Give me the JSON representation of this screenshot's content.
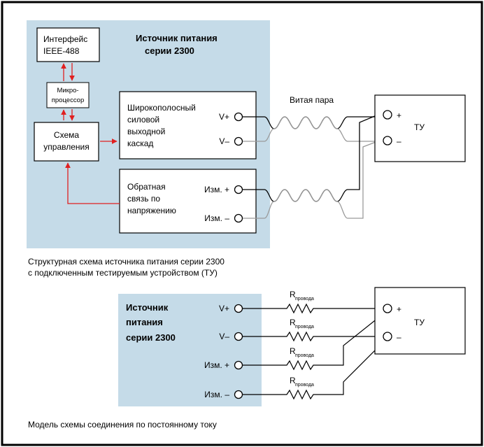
{
  "diagram1": {
    "ps_title_1": "Источник питания",
    "ps_title_2": "серии 2300",
    "interface_1": "Интерфейс",
    "interface_2": "IEEE-488",
    "micro_1": "Микро-",
    "micro_2": "процессор",
    "control_1": "Схема",
    "control_2": "управления",
    "output_1": "Широкополосный",
    "output_2": "силовой",
    "output_3": "выходной",
    "output_4": "каскад",
    "feedback_1": "Обратная",
    "feedback_2": "связь по",
    "feedback_3": "напряжению",
    "v_plus": "V+",
    "v_minus": "V–",
    "sense_plus": "Изм. +",
    "sense_minus": "Изм. –",
    "twisted_pair": "Витая пара",
    "dut": "ТУ",
    "plus": "+",
    "minus": "–",
    "caption_1": "Структурная схема источника питания серии 2300",
    "caption_2": "с подключенным тестируемым устройством (ТУ)"
  },
  "diagram2": {
    "ps_title_1": "Источник",
    "ps_title_2": "питания",
    "ps_title_3": "серии 2300",
    "v_plus": "V+",
    "v_minus": "V–",
    "sense_plus": "Изм. +",
    "sense_minus": "Изм. –",
    "r_main": "R",
    "r_sub": "провода",
    "dut": "ТУ",
    "plus": "+",
    "minus": "–",
    "caption": "Модель схемы соединения по постоянному току"
  },
  "colors": {
    "panel": "#c5dbe8",
    "red": "#e02020",
    "gray": "#9a9a9a",
    "black": "#000000"
  }
}
